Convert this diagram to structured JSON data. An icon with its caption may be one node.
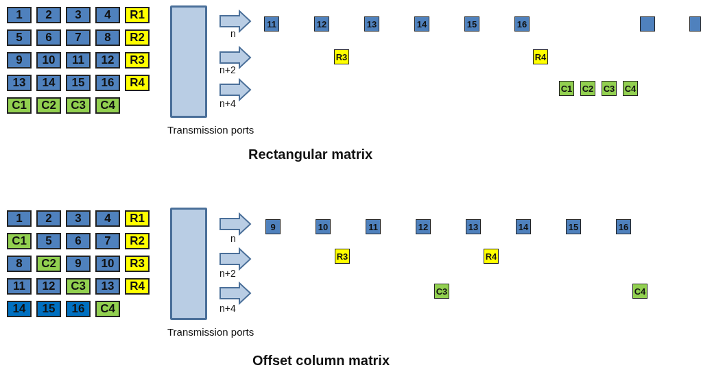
{
  "diagram": {
    "nodes": [
      {
        "text": [
          "1"
        ]
      },
      {
        "text": [
          "2"
        ]
      },
      {
        "text": [
          "3"
        ]
      },
      {
        "text": [
          "4"
        ]
      },
      {
        "text": [
          "R1"
        ]
      },
      {
        "text": [
          "5"
        ]
      },
      {
        "text": [
          "6"
        ]
      },
      {
        "text": [
          "7"
        ]
      },
      {
        "text": [
          "8"
        ]
      },
      {
        "text": [
          "R2"
        ]
      },
      {
        "text": [
          "9"
        ]
      },
      {
        "text": [
          "10"
        ]
      },
      {
        "text": [
          "11"
        ]
      },
      {
        "text": [
          "12"
        ]
      },
      {
        "text": [
          "R3"
        ]
      },
      {
        "text": [
          "13"
        ]
      },
      {
        "text": [
          "14"
        ]
      },
      {
        "text": [
          "15"
        ]
      },
      {
        "text": [
          "16"
        ]
      },
      {
        "text": [
          "R4"
        ]
      },
      {
        "text": [
          "C1"
        ]
      },
      {
        "text": [
          "C2"
        ]
      },
      {
        "text": [
          "C3"
        ]
      },
      {
        "text": [
          "C4"
        ]
      },
      {
        "text": [
          "Transmission ports"
        ]
      },
      {
        "text": [
          "11"
        ]
      },
      {
        "text": [
          "12"
        ]
      },
      {
        "text": [
          "13"
        ]
      },
      {
        "text": [
          "14"
        ]
      },
      {
        "text": [
          "15"
        ]
      },
      {
        "text": [
          "16"
        ]
      },
      {
        "text": [],
        "shape": "box"
      },
      {
        "text": [],
        "shape": "box"
      },
      {
        "text": [
          "R3"
        ]
      },
      {
        "text": [
          "R4"
        ]
      },
      {
        "text": [
          "C1"
        ]
      },
      {
        "text": [
          "C2"
        ]
      },
      {
        "text": [
          "C3"
        ]
      },
      {
        "text": [
          "C4"
        ]
      },
      {
        "text": [
          "1"
        ]
      },
      {
        "text": [
          "2"
        ]
      },
      {
        "text": [
          "3"
        ]
      },
      {
        "text": [
          "4"
        ]
      },
      {
        "text": [
          "R1"
        ]
      },
      {
        "text": [
          "C1"
        ]
      },
      {
        "text": [
          "5"
        ]
      },
      {
        "text": [
          "6"
        ]
      },
      {
        "text": [
          "7"
        ]
      },
      {
        "text": [
          "R2"
        ]
      },
      {
        "text": [
          "8"
        ]
      },
      {
        "text": [
          "C2"
        ]
      },
      {
        "text": [
          "9"
        ]
      },
      {
        "text": [
          "10"
        ]
      },
      {
        "text": [
          "R3"
        ]
      },
      {
        "text": [
          "11"
        ]
      },
      {
        "text": [
          "12"
        ]
      },
      {
        "text": [
          "C3"
        ]
      },
      {
        "text": [
          "13"
        ]
      },
      {
        "text": [
          "R4"
        ]
      },
      {
        "text": [
          "14"
        ]
      },
      {
        "text": [
          "15"
        ]
      },
      {
        "text": [
          "16"
        ]
      },
      {
        "text": [
          "C4"
        ]
      },
      {
        "text": [
          "Transmission ports"
        ]
      },
      {
        "text": [
          "9"
        ]
      },
      {
        "text": [
          "10"
        ]
      },
      {
        "text": [
          "11"
        ]
      },
      {
        "text": [
          "12"
        ]
      },
      {
        "text": [
          "13"
        ]
      },
      {
        "text": [
          "14"
        ]
      },
      {
        "text": [
          "15"
        ]
      },
      {
        "text": [
          "16"
        ]
      },
      {
        "text": [
          "R3"
        ]
      },
      {
        "text": [
          "R4"
        ]
      },
      {
        "text": [
          "C3"
        ]
      },
      {
        "text": [
          "C4"
        ]
      }
    ],
    "edges": [
      {
        "from": 24,
        "to": 25,
        "arrow": "to",
        "label": "n"
      },
      {
        "from": 24,
        "to": null,
        "arrow": "to",
        "label": "n+2"
      },
      {
        "from": 24,
        "to": null,
        "arrow": "to",
        "label": "n+4"
      },
      {
        "from": 63,
        "to": 64,
        "arrow": "to",
        "label": "n"
      },
      {
        "from": 63,
        "to": null,
        "arrow": "to",
        "label": "n+2"
      },
      {
        "from": 63,
        "to": null,
        "arrow": "to",
        "label": "n+4"
      }
    ],
    "labels": [
      "Rectangular matrix",
      "Offset column matrix"
    ]
  }
}
